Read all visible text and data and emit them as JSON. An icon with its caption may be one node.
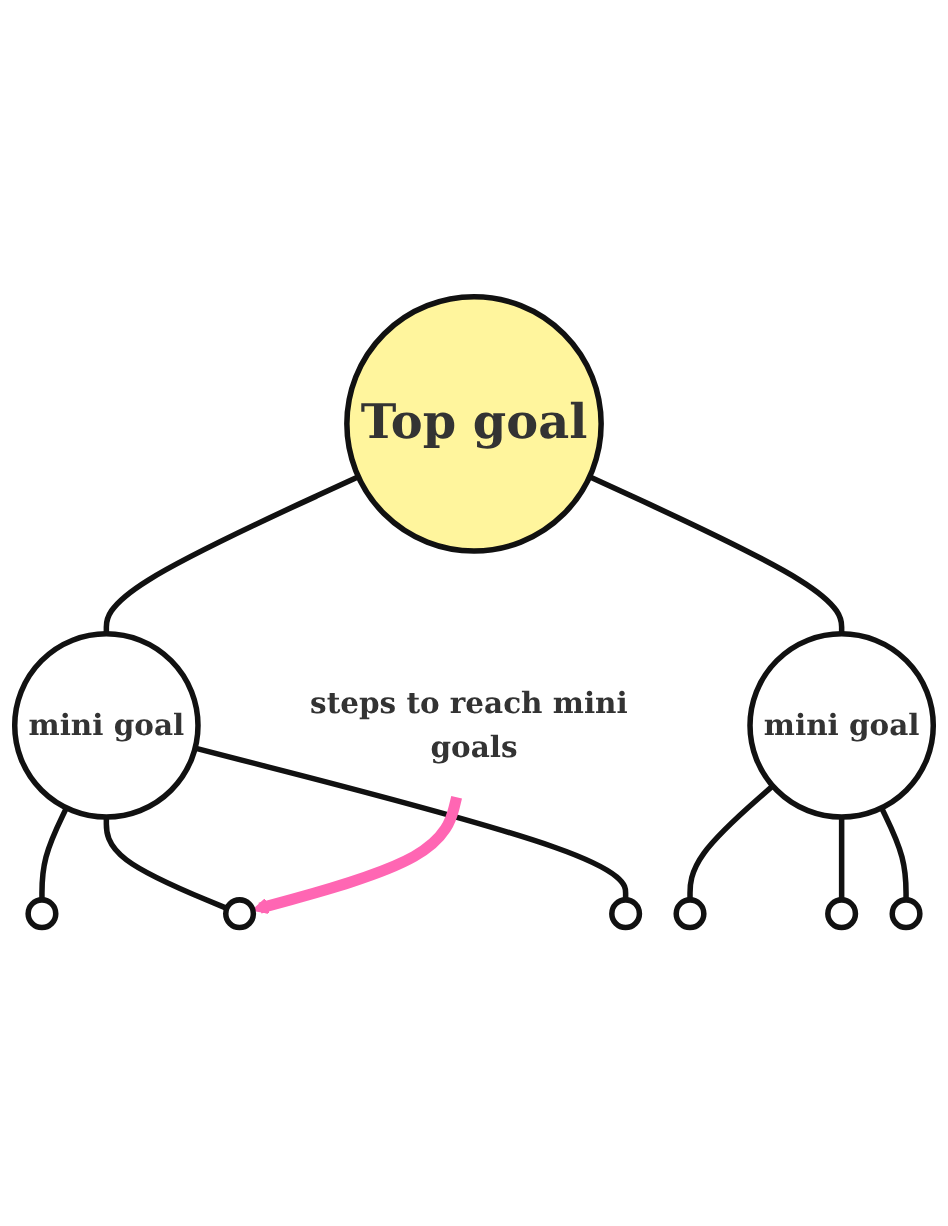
{
  "diagram": {
    "nodes": [
      {
        "text": [
          "Top goal"
        ]
      },
      {
        "text": [
          "mini goal"
        ]
      },
      {
        "text": [
          "mini goal"
        ]
      },
      {
        "text": [],
        "shape": "circle"
      },
      {
        "text": [],
        "shape": "circle"
      },
      {
        "text": [],
        "shape": "circle"
      },
      {
        "text": [],
        "shape": "circle"
      },
      {
        "text": [],
        "shape": "circle"
      },
      {
        "text": [],
        "shape": "circle"
      },
      {
        "text": [
          "steps to reach mini goals"
        ]
      }
    ],
    "edges": [
      {
        "from": 0,
        "to": 1,
        "arrow": "none"
      },
      {
        "from": 0,
        "to": 2,
        "arrow": "none"
      },
      {
        "from": 1,
        "to": 3,
        "arrow": "none"
      },
      {
        "from": 1,
        "to": 4,
        "arrow": "none"
      },
      {
        "from": 1,
        "to": 5,
        "arrow": "none"
      },
      {
        "from": 2,
        "to": 6,
        "arrow": "none"
      },
      {
        "from": 2,
        "to": 7,
        "arrow": "none"
      },
      {
        "from": 2,
        "to": 8,
        "arrow": "none"
      },
      {
        "from": 9,
        "to": 4,
        "arrow": "to",
        "style": "thick",
        "color": "#ff66b3"
      }
    ]
  }
}
